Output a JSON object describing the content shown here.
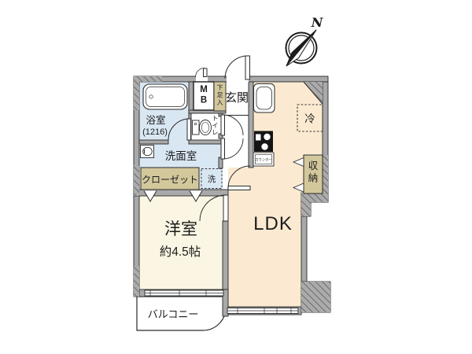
{
  "compass": {
    "north_label": "N"
  },
  "rooms": {
    "ldk": {
      "label": "LDK"
    },
    "western": {
      "label": "洋室",
      "size": "約4.5帖"
    },
    "entrance": {
      "label": "玄関"
    },
    "bath": {
      "label": "浴室",
      "size": "(1216)"
    },
    "washroom": {
      "label": "洗面室"
    },
    "toilet": {
      "label": "トイレ"
    },
    "closet": {
      "label": "クローゼット"
    },
    "storage": {
      "label": "収納"
    },
    "balcony": {
      "label": "バルコニー"
    },
    "shoe_box": {
      "label": "下足入"
    },
    "meter_box": {
      "label": "MB"
    },
    "fridge": {
      "label": "冷"
    },
    "washer": {
      "label": "洗"
    },
    "counter": {
      "label": "カウンター"
    }
  },
  "colors": {
    "wall": "#a9a9a9",
    "ldk_floor": "#fbead1",
    "room_floor": "#faf6e3",
    "wet_floor": "#d9e7f3",
    "storage_fill": "#d3c79c",
    "white": "#ffffff",
    "line": "#2a2a2a",
    "stove": "#141414"
  }
}
